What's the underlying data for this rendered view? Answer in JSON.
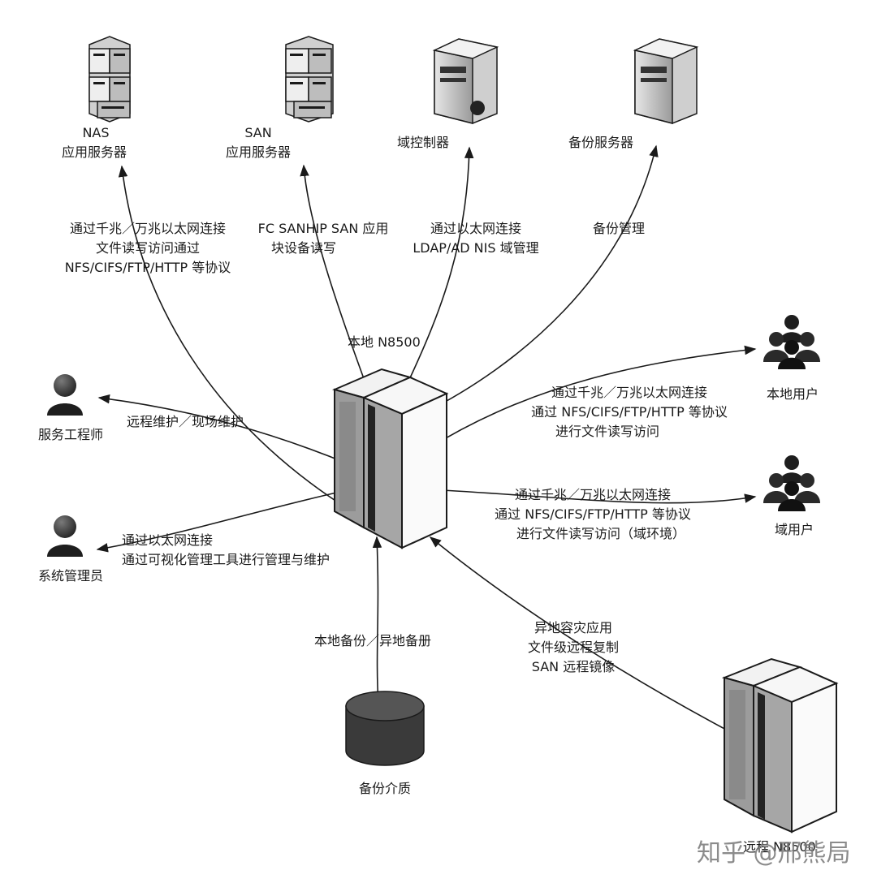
{
  "nodes": {
    "nas_server": [
      "NAS",
      "应用服务器"
    ],
    "san_server": [
      "SAN",
      "应用服务器"
    ],
    "domain_controller": "域控制器",
    "backup_server": "备份服务器",
    "local_n8500": "本地 N8500",
    "service_engineer": "服务工程师",
    "system_admin": "系统管理员",
    "local_users": "本地用户",
    "domain_users": "域用户",
    "backup_media": "备份介质",
    "remote_n8500": "远程 N8500"
  },
  "edges": {
    "nas": [
      "通过千兆／万兆以太网连接",
      "文件读写访问通过",
      "NFS/CIFS/FTP/HTTP 等协议"
    ],
    "san": [
      "FC SANHIP SAN 应用",
      "块设备读写"
    ],
    "domain": [
      "通过以太网连接",
      "LDAP/AD NIS 域管理"
    ],
    "backup_mgmt": "备份管理",
    "engineer": "远程维护／现场维护",
    "admin": [
      "通过以太网连接",
      "通过可视化管理工具进行管理与维护"
    ],
    "local_users": [
      "通过千兆／万兆以太网连接",
      "通过 NFS/CIFS/FTP/HTTP 等协议",
      "进行文件读写访问"
    ],
    "domain_users": [
      "通过千兆／万兆以太网连接",
      "通过 NFS/CIFS/FTP/HTTP 等协议",
      "进行文件读写访问（域环境）"
    ],
    "backup_media": "本地备份／异地备册",
    "remote": [
      "异地容灾应用",
      "文件级远程复制",
      "SAN 远程镜像"
    ]
  },
  "watermark": "知乎 @邢熊局",
  "icons": {
    "server_rack": "server-stack-icon",
    "tower": "tower-server-icon",
    "storage": "storage-cabinet-icon",
    "person": "person-icon",
    "user_group": "user-group-icon",
    "media": "disk-cylinder-icon"
  }
}
